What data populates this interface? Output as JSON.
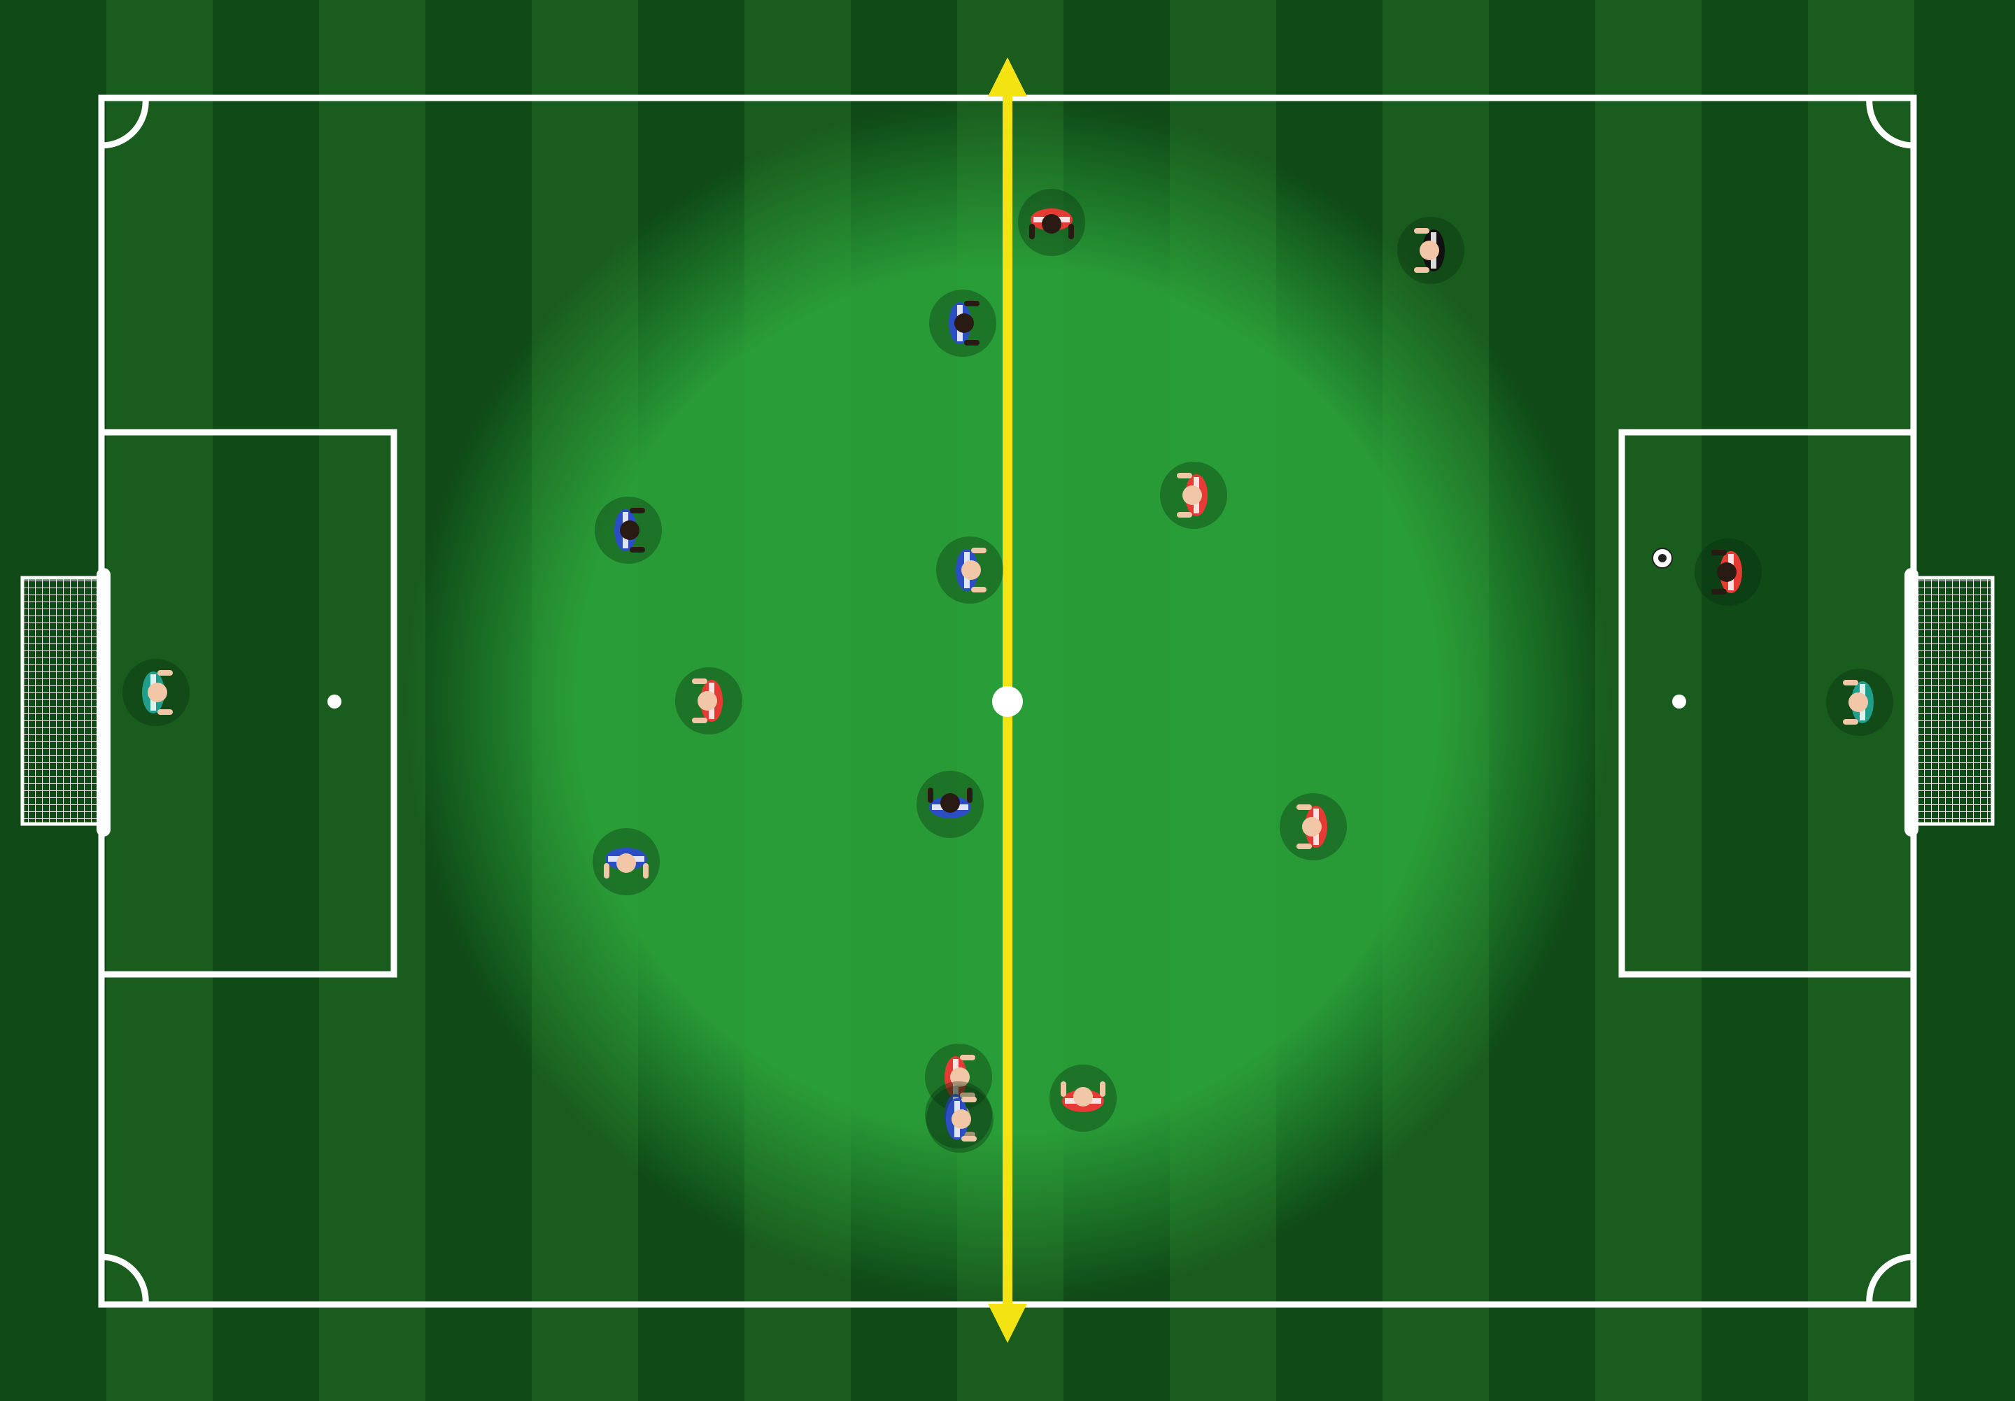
{
  "diagram": {
    "kind": "football-training-pitch",
    "colors": {
      "stripe_dark": "#0f4a17",
      "stripe_light": "#1a5c1e",
      "spot_center": "#2ba43a",
      "lines": "#ffffff",
      "center_line": "#f3e312",
      "team_red": "#e63a34",
      "team_blue": "#2b4fc2",
      "goalkeeper": "#1f9e8c",
      "referee": "#111111",
      "skin_light": "#f2c7a8",
      "skin_dark": "#2a1a14"
    },
    "pitch_features": [
      "stripes",
      "touchlines",
      "penalty-boxes",
      "corner-arcs",
      "goals-with-nets",
      "penalty-spots",
      "center-spot"
    ],
    "center_line": {
      "style": "double-arrow",
      "color": "#f3e312"
    },
    "players": [
      {
        "id": "red-1",
        "team": "red",
        "skin": "dark",
        "facing": "down"
      },
      {
        "id": "red-2",
        "team": "red",
        "skin": "light",
        "facing": "left"
      },
      {
        "id": "red-3",
        "team": "red",
        "skin": "light",
        "facing": "left"
      },
      {
        "id": "red-4",
        "team": "red",
        "skin": "light",
        "facing": "left"
      },
      {
        "id": "red-5",
        "team": "red",
        "skin": "light",
        "facing": "up"
      },
      {
        "id": "red-6",
        "team": "red",
        "skin": "dark",
        "facing": "left"
      },
      {
        "id": "red-7",
        "team": "red",
        "skin": "light",
        "facing": "right"
      },
      {
        "id": "blue-1",
        "team": "blue",
        "skin": "dark",
        "facing": "right"
      },
      {
        "id": "blue-2",
        "team": "blue",
        "skin": "dark",
        "facing": "right"
      },
      {
        "id": "blue-3",
        "team": "blue",
        "skin": "light",
        "facing": "right"
      },
      {
        "id": "blue-4",
        "team": "blue",
        "skin": "dark",
        "facing": "up"
      },
      {
        "id": "blue-5",
        "team": "blue",
        "skin": "light",
        "facing": "down"
      },
      {
        "id": "blue-6",
        "team": "blue",
        "skin": "light",
        "facing": "right"
      },
      {
        "id": "blue-7",
        "team": "blue",
        "skin": "light",
        "facing": "right"
      },
      {
        "id": "gk-left",
        "team": "goalkeeper",
        "skin": "light",
        "facing": "right"
      },
      {
        "id": "gk-right",
        "team": "goalkeeper",
        "skin": "light",
        "facing": "left"
      },
      {
        "id": "referee",
        "team": "referee",
        "skin": "light",
        "facing": "left"
      }
    ],
    "ball": {
      "holder": "red-6",
      "pattern": "black-white"
    }
  }
}
